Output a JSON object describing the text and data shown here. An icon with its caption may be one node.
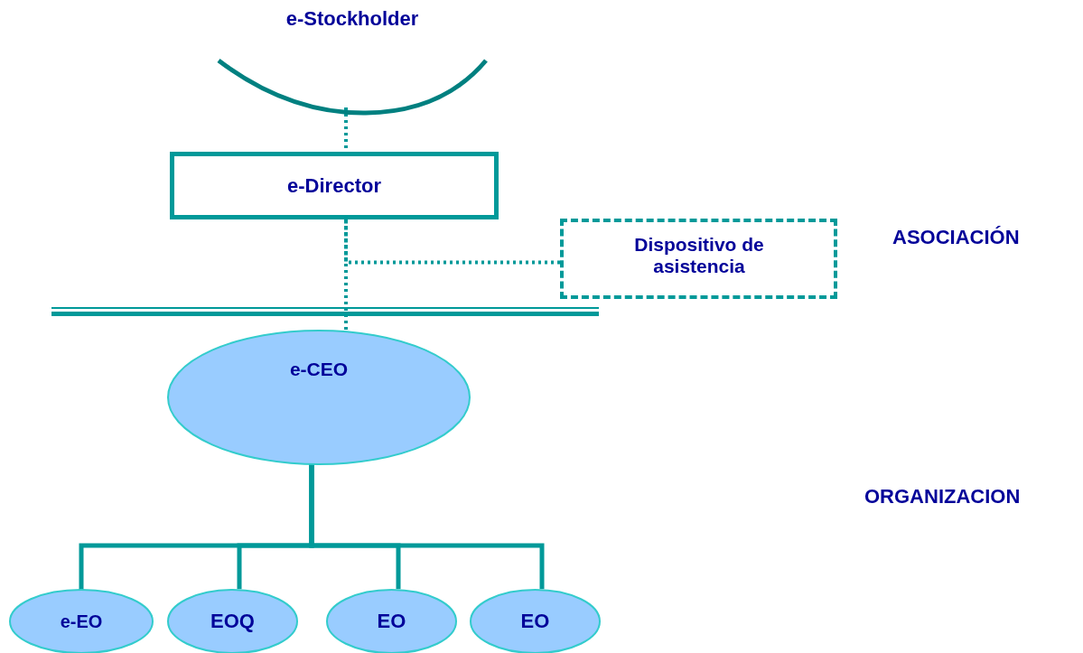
{
  "diagram": {
    "nodes": [
      {
        "text": [
          "e-Stockholder"
        ]
      },
      {
        "text": [
          "e-Director"
        ]
      },
      {
        "text": [
          "Dispositivo de asistencia"
        ]
      },
      {
        "text": [
          "e-CEO"
        ]
      },
      {
        "text": [
          "e-EO"
        ]
      },
      {
        "text": [
          "EOQ"
        ]
      },
      {
        "text": [
          "EO"
        ]
      },
      {
        "text": [
          "EO"
        ]
      }
    ],
    "edges": [
      {
        "from": 0,
        "to": 1,
        "arrow": "none",
        "style": "dashed"
      },
      {
        "from": 1,
        "to": 3,
        "arrow": "none",
        "style": "dashed"
      },
      {
        "from": 2,
        "to": 1,
        "arrow": "none",
        "style": "dashed"
      },
      {
        "from": 3,
        "to": 4,
        "arrow": "none"
      },
      {
        "from": 3,
        "to": 5,
        "arrow": "none"
      },
      {
        "from": 3,
        "to": 6,
        "arrow": "none"
      },
      {
        "from": 3,
        "to": 7,
        "arrow": "none"
      }
    ],
    "labels": [
      "ASOCIACIÓN",
      "ORGANIZACION"
    ]
  }
}
